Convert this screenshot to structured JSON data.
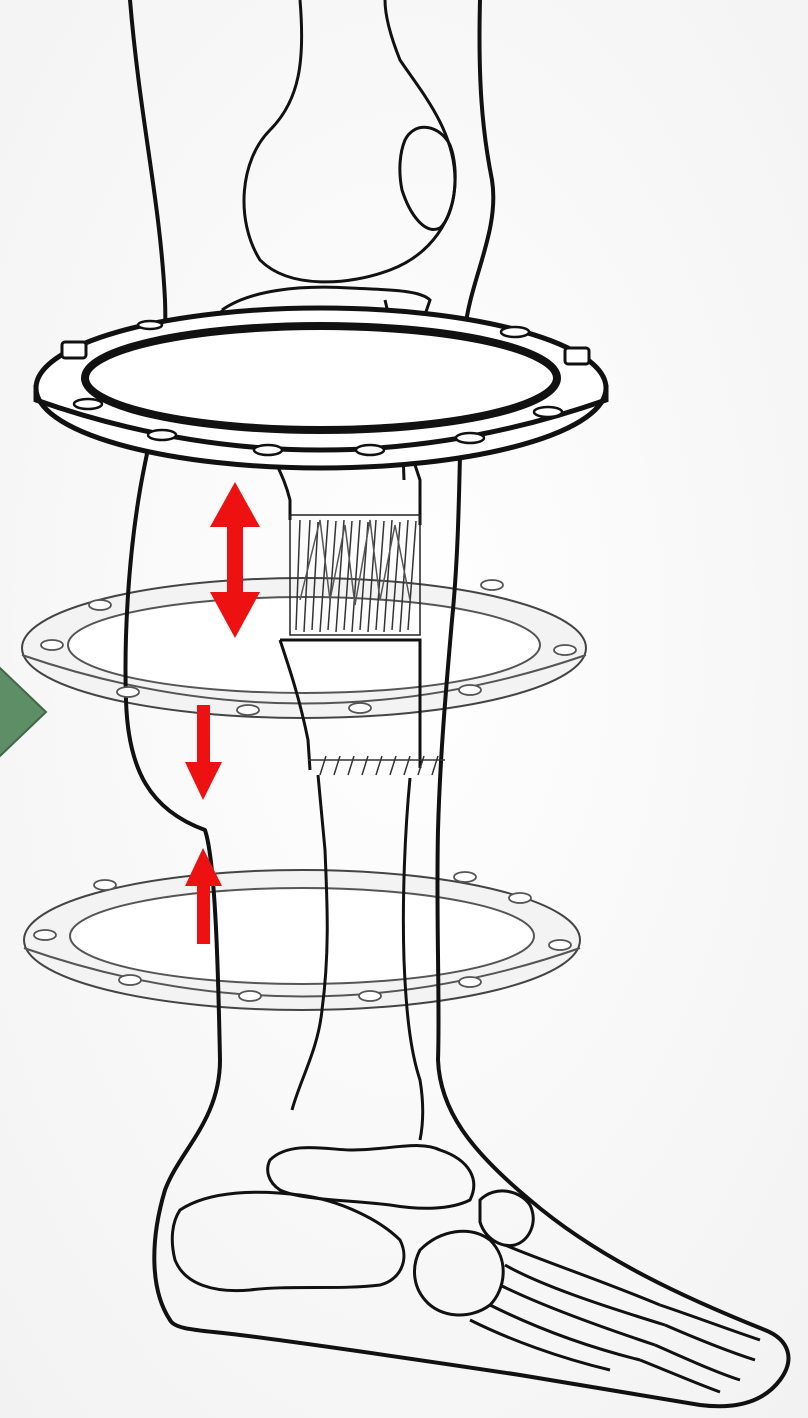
{
  "figure": {
    "subject": "leg-with-circular-external-fixator",
    "rings": [
      {
        "id": "proximal-ring",
        "style": "dark"
      },
      {
        "id": "middle-ring",
        "style": "faint"
      },
      {
        "id": "distal-ring",
        "style": "faint"
      }
    ],
    "arrows": [
      {
        "id": "distraction-arrow",
        "kind": "double-headed",
        "color": "#ee1111"
      },
      {
        "id": "compression-arrow-down",
        "kind": "single-down",
        "color": "#ee1111"
      },
      {
        "id": "compression-arrow-up",
        "kind": "single-up",
        "color": "#ee1111"
      }
    ],
    "nav_button": {
      "icon": "chevron-right-icon",
      "color": "#5e8e66"
    }
  }
}
